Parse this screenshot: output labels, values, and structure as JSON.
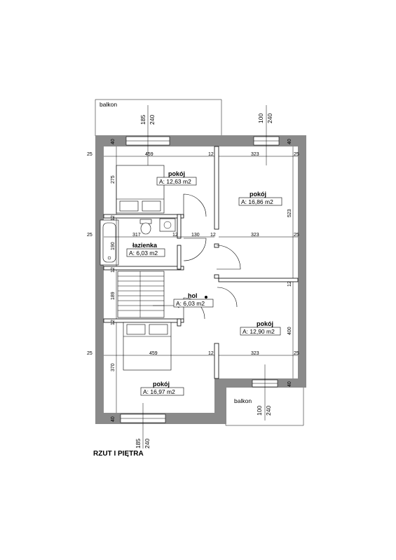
{
  "title": "RZUT I PIĘTRA",
  "balconies": [
    {
      "label": "balkon"
    },
    {
      "label": "balkon"
    }
  ],
  "rooms": [
    {
      "name": "pokój",
      "area": "A: 12,63 m2"
    },
    {
      "name": "pokój",
      "area": "A: 16,86 m2"
    },
    {
      "name": "łazienka",
      "area": "A: 6,03 m2"
    },
    {
      "name": "hol",
      "area": "A: 6,03 m2"
    },
    {
      "name": "pokój",
      "area": "A: 12,90 m2"
    },
    {
      "name": "pokój",
      "area": "A: 16,97 m2"
    }
  ],
  "dimensions": {
    "top_window_left": [
      "185",
      "240"
    ],
    "top_window_right": [
      "100",
      "240"
    ],
    "bottom_window_right": [
      "100",
      "240"
    ],
    "bottom_window_left": [
      "185",
      "240"
    ],
    "wall": "40",
    "wall_side": "25",
    "partition": "12",
    "width_left": "459",
    "width_right": "323",
    "width_bath": "317",
    "width_hall": "130",
    "height_top_left": "275",
    "height_top_right": "523",
    "height_bath": "190",
    "height_stairs": "189",
    "height_bottom_right": "400",
    "height_bottom_left": "370"
  }
}
